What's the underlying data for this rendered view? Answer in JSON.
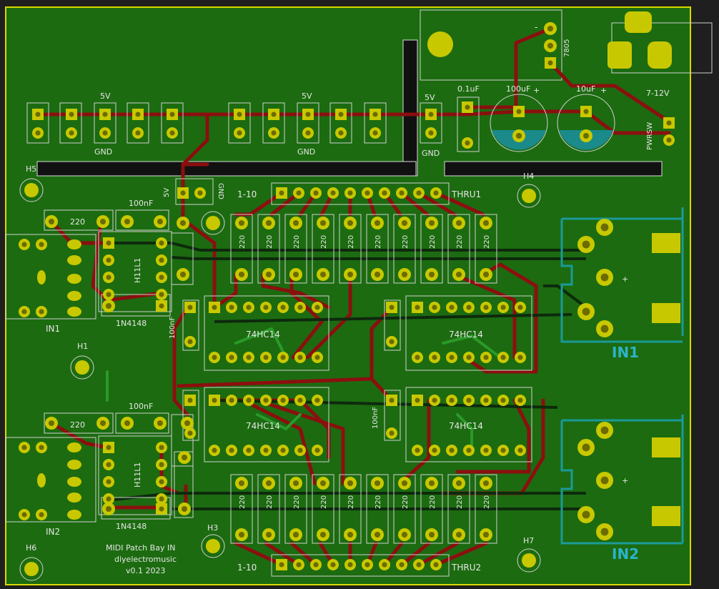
{
  "board": {
    "title_lines": [
      "MIDI Patch Bay IN",
      "diyelectromusic",
      "v0.1 2023"
    ],
    "colors": {
      "background": "#1f1f1f",
      "pcb": "#1c6b10",
      "copper": "#8b0f0f",
      "green_trace": "#2a9a2a",
      "pad": "#c8c800",
      "silk": "#e6e6e6",
      "fab": "#2bb3c9"
    }
  },
  "labels": {
    "v5_a": "5V",
    "v5_b": "5V",
    "v5_c": "5V",
    "v5_d": "5V",
    "gnd_a": "GND",
    "gnd_b": "GND",
    "gnd_c": "GND",
    "gnd_d": "GND",
    "cap_01": "0.1uF",
    "cap_100": "100uF",
    "cap_10": "10uF",
    "reg": "7805",
    "range": "7-12V",
    "pwrsw": "PWRSW",
    "h1": "H1",
    "h3": "H3",
    "h4": "H4",
    "h5": "H5",
    "h6": "H6",
    "h7": "H7",
    "in1_small": "IN1",
    "in2_small": "IN2",
    "in1_big": "IN1",
    "in2_big": "IN2",
    "r220_a": "220",
    "r220_b": "220",
    "c100n_a": "100nF",
    "c100n_b": "100nF",
    "c100n_c": "100nF",
    "c100n_d": "100nF",
    "opto_a": "H11L1",
    "opto_b": "H11L1",
    "diode_a": "1N4148",
    "diode_b": "1N4148",
    "ic_a": "74HC14",
    "ic_b": "74HC14",
    "ic_c": "74HC14",
    "ic_d": "74HC14",
    "hdr_top_l": "1-10",
    "hdr_top_r": "THRU1",
    "hdr_bot_l": "1-10",
    "hdr_bot_r": "THRU2",
    "r_top": "220",
    "r_bot": "220",
    "plus_a": "+",
    "plus_b": "+",
    "plus_c": "+",
    "plus_d": "+",
    "minus": "-"
  }
}
